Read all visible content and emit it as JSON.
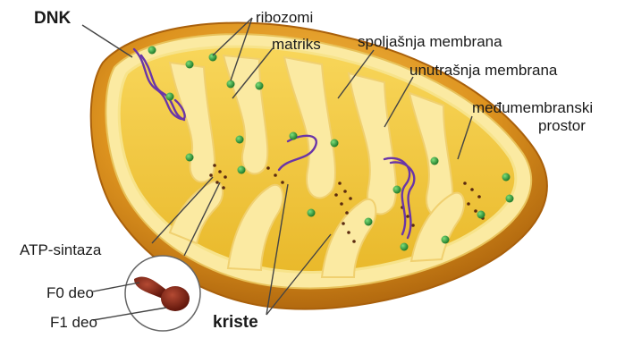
{
  "labels": {
    "dnk": "DNK",
    "ribozomi": "ribozomi",
    "matriks": "matriks",
    "spoljasnja_membrana": "spoljašnja membrana",
    "unutrasnja_membrana": "unutrašnja membrana",
    "medjumembranski_1": "međumembranski",
    "medjumembranski_2": "prostor",
    "atp_sintaza": "ATP-sintaza",
    "f0_deo": "F0 deo",
    "f1_deo": "F1 deo",
    "kriste": "kriste"
  },
  "colors": {
    "outer_membrane": "#d9911c",
    "outer_dark": "#b8700e",
    "inner_membrane": "#f7e38a",
    "matrix": "#f3c93c",
    "ribosome": "#2f9a3a",
    "dna": "#6a35a8",
    "atp_synthase": "#7a1e12",
    "line": "#444444"
  }
}
